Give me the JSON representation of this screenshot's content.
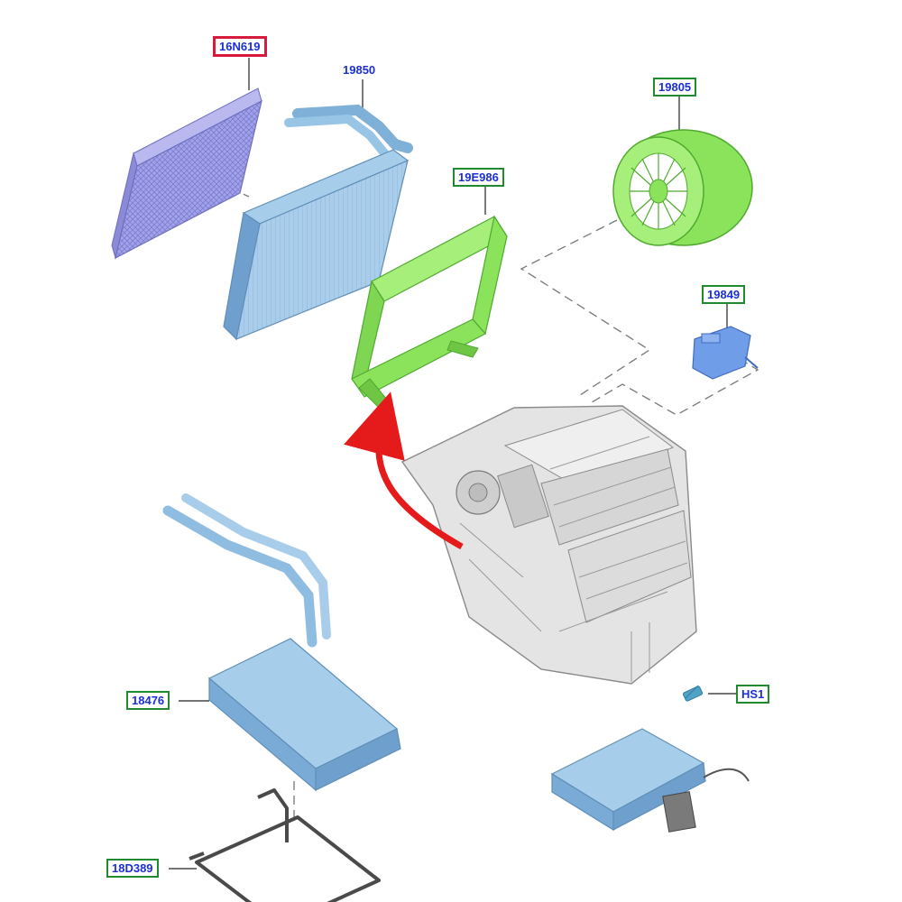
{
  "colors": {
    "label_text": "#1a2fd6",
    "label_border": "#1f8a2e",
    "highlight_border": "#d81b3c",
    "arrow": "#e51b1b",
    "cabin_filter": "#9c9ce6",
    "evaporator": "#86b8e0",
    "seal_frame": "#8be35b",
    "blower": "#8be35b",
    "resistor": "#5b8fe6",
    "housing": "#d9d9d9",
    "heater_core": "#86b8e0",
    "seal": "#555555"
  },
  "parts": [
    {
      "id": "cabin-filter",
      "number": "16N619",
      "highlight": true,
      "icon": "cabin-filter-icon"
    },
    {
      "id": "evaporator-core",
      "number": "19850",
      "highlight": false,
      "icon": "evaporator-core-icon"
    },
    {
      "id": "blower-motor",
      "number": "19805",
      "highlight": false,
      "icon": "blower-motor-icon"
    },
    {
      "id": "evaporator-seal",
      "number": "19E986",
      "highlight": false,
      "icon": "seal-frame-icon"
    },
    {
      "id": "blower-resistor",
      "number": "19849",
      "highlight": false,
      "icon": "resistor-icon"
    },
    {
      "id": "heater-core",
      "number": "18476",
      "highlight": false,
      "icon": "heater-core-icon"
    },
    {
      "id": "hvac-screw",
      "number": "HS1",
      "highlight": false,
      "icon": "screw-icon"
    },
    {
      "id": "heater-core-seal",
      "number": "18D389",
      "highlight": false,
      "icon": "gasket-icon"
    }
  ]
}
